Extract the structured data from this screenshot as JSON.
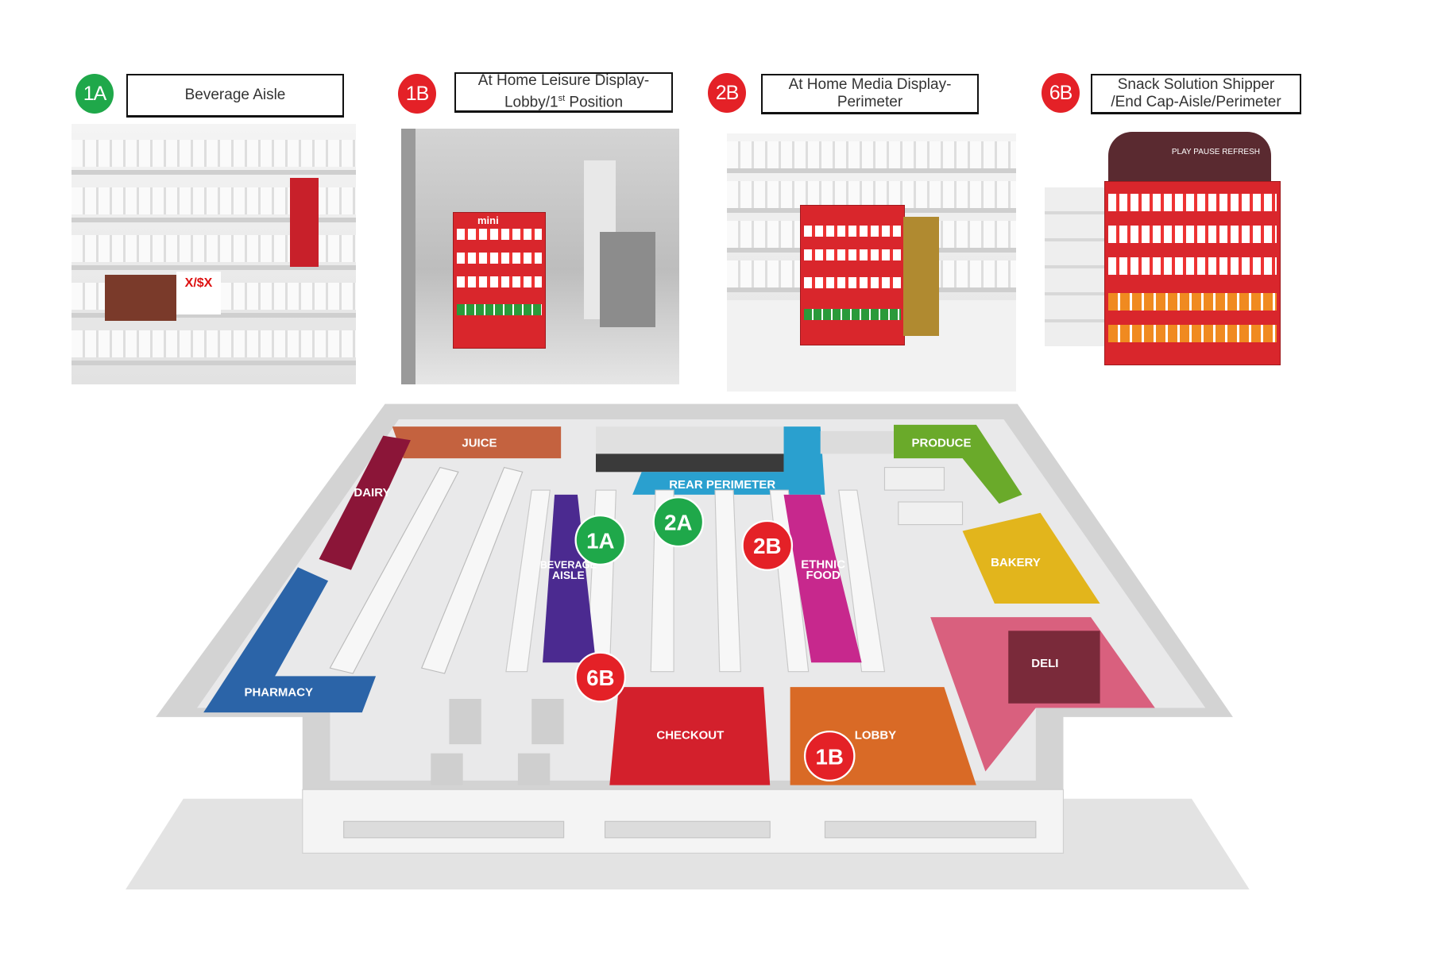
{
  "headers": [
    {
      "badge": "1A",
      "color": "#1fa84a",
      "label": "Beverage Aisle"
    },
    {
      "badge": "1B",
      "color": "#e42127",
      "label_line1": "At Home Leisure Display-",
      "label_line2_pre": "Lobby/1",
      "label_sup": "st",
      "label_line2_post": " Position"
    },
    {
      "badge": "2B",
      "color": "#e42127",
      "label_line1": "At Home Media Display-",
      "label_line2": "Perimeter"
    },
    {
      "badge": "6B",
      "color": "#e42127",
      "label_line1": "Snack Solution Shipper",
      "label_line2": "/End Cap-Aisle/Perimeter"
    }
  ],
  "photo_text": {
    "price": "X/$X",
    "mini": "mini",
    "play": "PLAY PAUSE REFRESH"
  },
  "map": {
    "zones": {
      "juice": "JUICE",
      "dairy": "DAIRY",
      "pharmacy": "PHARMACY",
      "rear": "REAR PERIMETER",
      "produce": "PRODUCE",
      "bakery": "BAKERY",
      "deli": "DELI",
      "beverage1": "BEVERAGE",
      "beverage2": "AISLE",
      "ethnic1": "ETHNIC",
      "ethnic2": "FOOD",
      "checkout": "CHECKOUT",
      "lobby": "LOBBY"
    },
    "markers": {
      "m1A": "1A",
      "m2A": "2A",
      "m2B": "2B",
      "m6B": "6B",
      "m1B": "1B"
    },
    "colors": {
      "green": "#1fa84a",
      "red": "#e42127"
    }
  }
}
